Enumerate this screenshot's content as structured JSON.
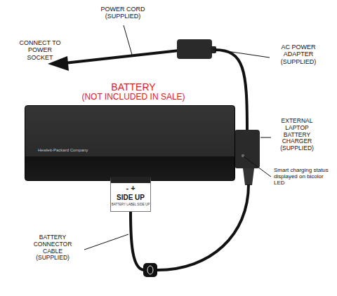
{
  "diagram": {
    "nodes": [
      {
        "text": [
          "Hewlett-Packard Company"
        ]
      },
      {
        "text": [
          "- +",
          "SIDE UP",
          "BATTERY LABEL SIDE UP"
        ]
      }
    ],
    "labels": [
      "POWER CORD (SUPPLIED)",
      "CONNECT TO POWER SOCKET",
      "AC POWER ADAPTER (SUPPLIED)",
      "BATTERY",
      "(NOT INCLUDED IN SALE)",
      "EXTERNAL LAPTOP BATTERY CHARGER (SUPPLIED)",
      "Smart charging status displayed on bicolor LED",
      "BATTERY CONNECTOR CABLE (SUPPLIED)"
    ]
  }
}
